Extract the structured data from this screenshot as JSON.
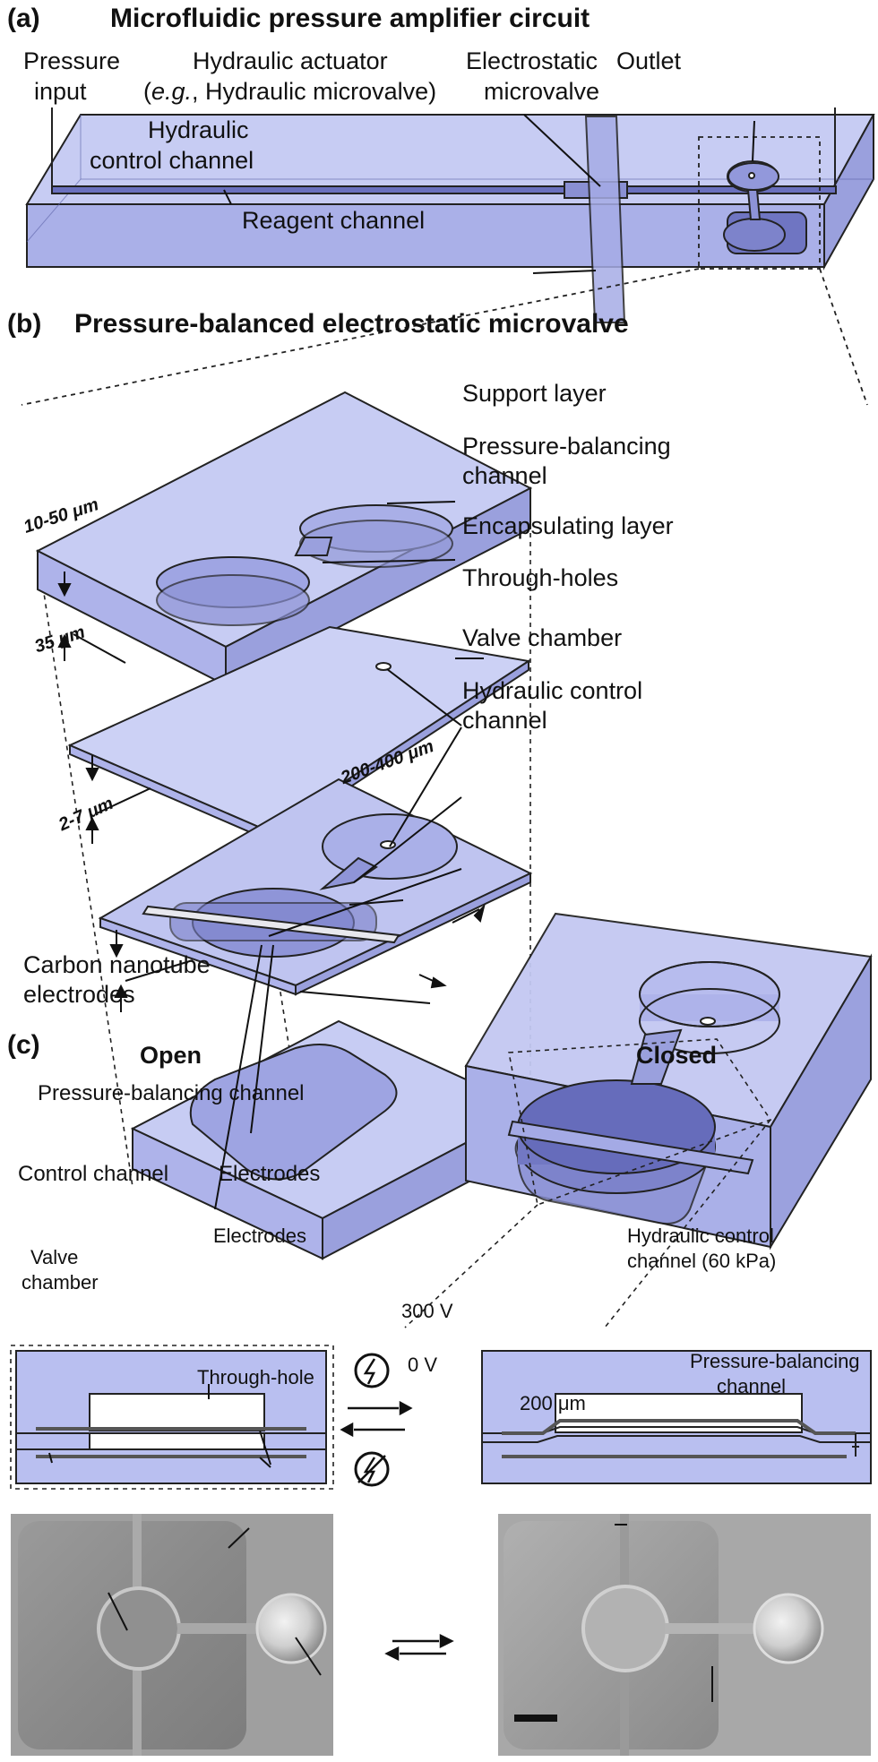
{
  "panel_a": {
    "letter": "(a)",
    "title": "Microfluidic pressure amplifier circuit",
    "labels": {
      "pressure_input_1": "Pressure",
      "pressure_input_2": "input",
      "hydraulic_actuator_1": "Hydraulic actuator",
      "hydraulic_actuator_2a": "(",
      "hydraulic_actuator_2b": "e.g.",
      "hydraulic_actuator_2c": ", Hydraulic microvalve)",
      "electrostatic_1": "Electrostatic",
      "electrostatic_2": "microvalve",
      "outlet": "Outlet",
      "hcc_1": "Hydraulic",
      "hcc_2": "control channel",
      "reagent": "Reagent channel"
    }
  },
  "panel_b": {
    "letter": "(b)",
    "title": "Pressure-balanced electrostatic microvalve",
    "labels": {
      "support": "Support layer",
      "pbc_1": "Pressure-balancing",
      "pbc_2": "channel",
      "encapsulating": "Encapsulating layer",
      "through_holes": "Through-holes",
      "valve_chamber": "Valve chamber",
      "hcc_1": "Hydraulic control",
      "hcc_2": "channel",
      "cnt_1": "Carbon nanotube",
      "cnt_2": "electrodes"
    },
    "dimensions": {
      "d1": "10-50 μm",
      "d2": "35 μm",
      "d3": "2-7 μm",
      "d4": "200-400 μm"
    }
  },
  "panel_c": {
    "letter": "(c)",
    "open": "Open",
    "closed": "Closed",
    "pbc": "Pressure-balancing channel",
    "control_channel": "Control channel",
    "electrodes": "Electrodes",
    "photo_left": {
      "valve_1": "Valve",
      "valve_2": "chamber",
      "electrodes": "Electrodes",
      "through_hole": "Through-hole"
    },
    "voltage_on": "300 V",
    "voltage_off": "0 V",
    "photo_right": {
      "hcc_1": "Hydraulic control",
      "hcc_2": "channel (60 kPa)",
      "pbc_1": "Pressure-balancing",
      "pbc_2": "channel",
      "scale": "200 μm"
    }
  },
  "colors": {
    "device_fill": "#b9bff0",
    "device_dark": "#7a80c8",
    "stroke": "#222222",
    "photo_gray": "#8e8e8e"
  }
}
